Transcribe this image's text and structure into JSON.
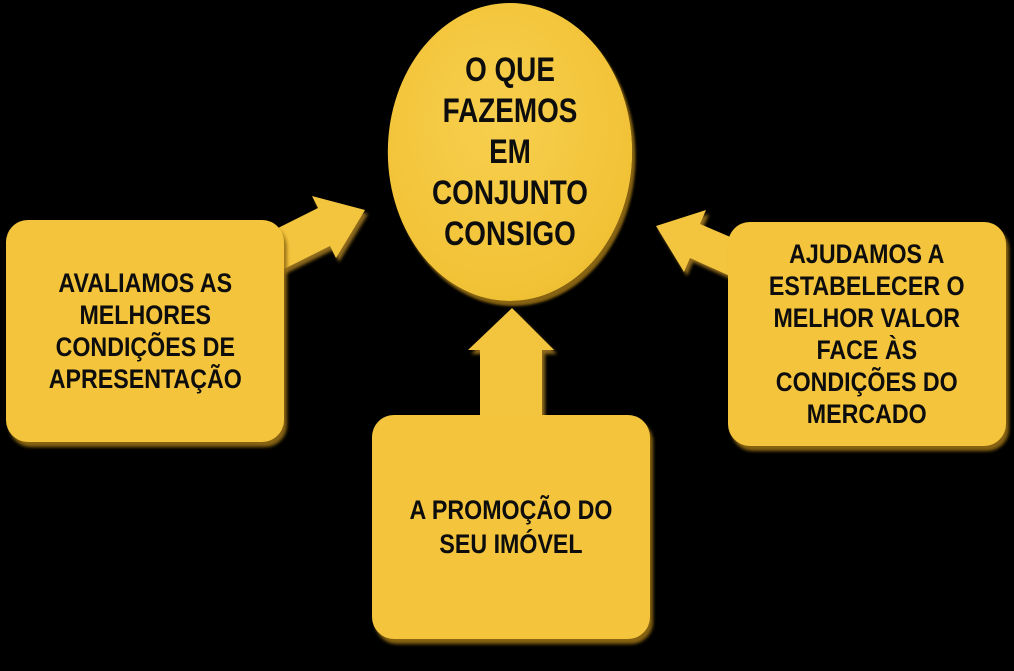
{
  "diagram": {
    "center": {
      "label": "O QUE\nFAZEMOS\nEM\nCONJUNTO\nCONSIGO"
    },
    "left": {
      "label": "AVALIAMOS AS\nMELHORES\nCONDIÇÕES DE\nAPRESENTAÇÃO"
    },
    "right": {
      "label": "AJUDAMOS A\nESTABELECER O\nMELHOR VALOR\nFACE ÀS\nCONDIÇÕES DO\nMERCADO"
    },
    "bottom": {
      "label": "A PROMOÇÃO DO\nSEU IMÓVEL"
    },
    "arrows": [
      "left-to-center",
      "right-to-center",
      "bottom-to-center"
    ],
    "colors": {
      "shape_fill": "#f3c43c",
      "shadow": "#96701a",
      "text": "#0d0d0d",
      "background": "#000000"
    }
  }
}
